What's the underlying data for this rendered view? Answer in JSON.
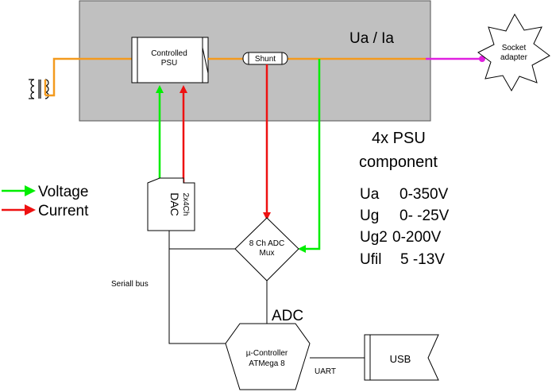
{
  "diagram": {
    "rail_label": "Ua / Ia",
    "psu": {
      "line1": "Controlled",
      "line2": "PSU"
    },
    "shunt": "Shunt",
    "socket": {
      "line1": "Socket",
      "line2": "adapter"
    },
    "dac": {
      "main": "DAC",
      "sub": "2x4Ch"
    },
    "adc_mux": {
      "line1": "8 Ch ADC",
      "line2": "Mux"
    },
    "adc_label": "ADC",
    "serial_bus": "Seriall bus",
    "mcu": {
      "line1": "µ-Controller",
      "line2": "ATMega 8"
    },
    "uart": "UART",
    "usb": "USB",
    "legend": {
      "voltage": "Voltage",
      "current": "Current"
    },
    "component_title": {
      "line1": "4x PSU",
      "line2": "component"
    },
    "specs": [
      {
        "name": "Ua",
        "range": "0-350V"
      },
      {
        "name": "Ug",
        "range": "0- -25V"
      },
      {
        "name": "Ug2",
        "range": "0-200V"
      },
      {
        "name": "Ufil",
        "range": "5 -13V"
      }
    ],
    "colors": {
      "voltage": "#00ee00",
      "current": "#ee1111",
      "power": "#f39a1e",
      "output": "#e020e0",
      "panel": "#c0c0c0"
    }
  }
}
